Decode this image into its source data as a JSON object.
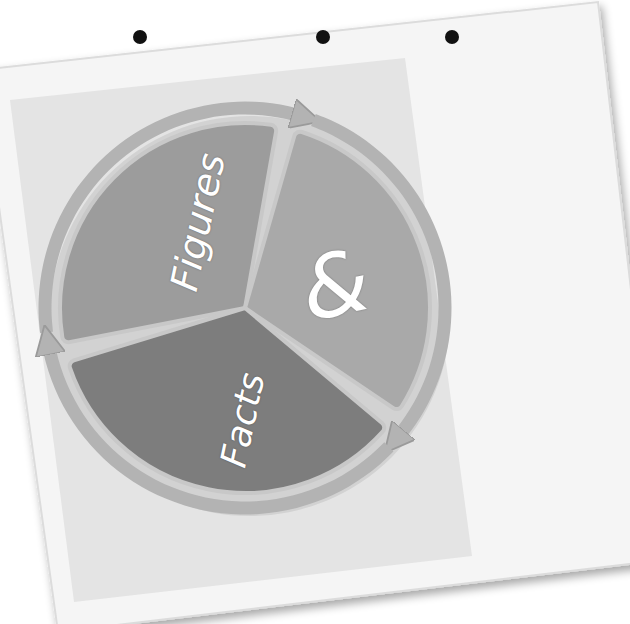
{
  "diagram": {
    "nodes": [
      {
        "text": [
          "Figures"
        ]
      },
      {
        "text": [
          "&"
        ]
      },
      {
        "text": [
          "Facts"
        ]
      }
    ],
    "edges": [
      {
        "from": 0,
        "to": 1,
        "arrow": "to"
      },
      {
        "from": 1,
        "to": 2,
        "arrow": "to"
      },
      {
        "from": 2,
        "to": 0,
        "arrow": "to"
      }
    ]
  }
}
